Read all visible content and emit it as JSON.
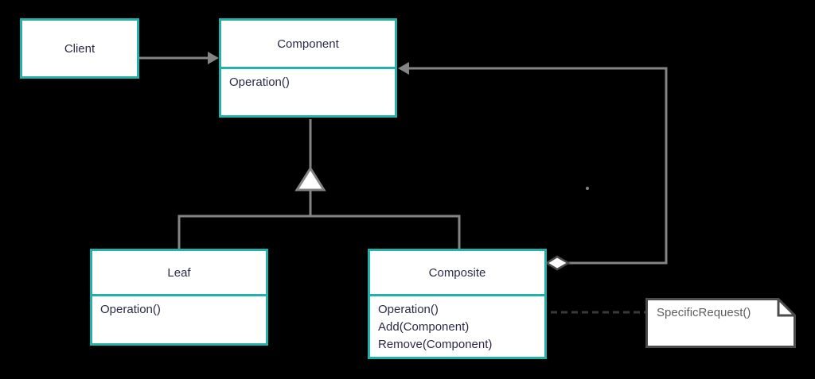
{
  "colors": {
    "background": "#000000",
    "box-fill": "#ffffff",
    "teal": "#23b2aa",
    "navy": "#2b2b49",
    "line": "#848484",
    "dark": "#4b4b4e",
    "dash": "#3a3a3a",
    "note-text": "#5f5f5f"
  },
  "classes": {
    "client": {
      "name": "Client"
    },
    "component": {
      "name": "Component",
      "methods": [
        "Operation()"
      ]
    },
    "leaf": {
      "name": "Leaf",
      "methods": [
        "Operation()"
      ]
    },
    "composite": {
      "name": "Composite",
      "methods": [
        "Operation()",
        "Add(Component)",
        "Remove(Component)"
      ]
    }
  },
  "note": {
    "text": "SpecificRequest()"
  },
  "relationships": [
    {
      "type": "association",
      "from": "Client",
      "to": "Component",
      "marker": "solid-arrow"
    },
    {
      "type": "generalization",
      "from": "Leaf",
      "to": "Component",
      "marker": "hollow-triangle"
    },
    {
      "type": "generalization",
      "from": "Composite",
      "to": "Component",
      "marker": "hollow-triangle"
    },
    {
      "type": "aggregation",
      "from": "Component",
      "to": "Composite",
      "marker": "white-diamond-and-solid-arrow"
    },
    {
      "type": "note-link",
      "from": "Composite.Operation()",
      "to": "SpecificRequest()",
      "marker": "circle-with-dashed-line"
    }
  ]
}
